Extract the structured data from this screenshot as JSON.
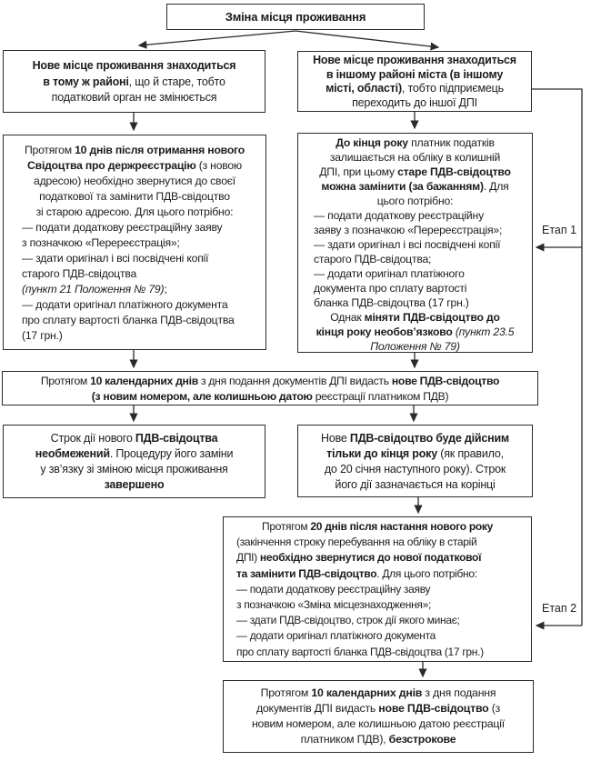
{
  "labels": {
    "etap1": "Етап 1",
    "etap2": "Етап 2"
  },
  "boxes": {
    "title": {
      "lines": [
        {
          "a": "c",
          "s": [
            [
              "Зміна місця проживання",
              "b"
            ]
          ]
        }
      ]
    },
    "same_district": {
      "lines": [
        {
          "a": "c",
          "s": [
            [
              "Нове місце проживання знаходиться",
              "b"
            ]
          ]
        },
        {
          "a": "c",
          "s": [
            [
              "в тому ж районі",
              "b"
            ],
            [
              ", що й старе, тобто",
              "n"
            ]
          ]
        },
        {
          "a": "c",
          "s": [
            [
              "податковий орган не змінюється",
              "n"
            ]
          ]
        }
      ]
    },
    "other_district": {
      "lines": [
        {
          "a": "c",
          "s": [
            [
              "Нове місце проживання знаходиться",
              "b"
            ]
          ]
        },
        {
          "a": "c",
          "s": [
            [
              "в іншому районі міста (в іншому",
              "b"
            ]
          ]
        },
        {
          "a": "c",
          "s": [
            [
              "місті, області)",
              "b"
            ],
            [
              ", тобто підприємець",
              "n"
            ]
          ]
        },
        {
          "a": "c",
          "s": [
            [
              "переходить до іншої ДПІ",
              "n"
            ]
          ]
        }
      ]
    },
    "step_left": {
      "lines": [
        {
          "a": "c",
          "s": [
            [
              "Протягом ",
              "n"
            ],
            [
              "10 днів після отримання нового",
              "b"
            ]
          ]
        },
        {
          "a": "c",
          "s": [
            [
              "Свідоцтва про держреєстрацію",
              "b"
            ],
            [
              " (з новою",
              "n"
            ]
          ]
        },
        {
          "a": "c",
          "s": [
            [
              "адресою) необхідно звернутися до своєї",
              "n"
            ]
          ]
        },
        {
          "a": "c",
          "s": [
            [
              "податкової та замінити ПДВ-свідоцтво",
              "n"
            ]
          ]
        },
        {
          "a": "c",
          "s": [
            [
              "зі старою адресою. Для цього потрібно:",
              "n"
            ]
          ]
        },
        {
          "a": "l",
          "s": [
            [
              "— подати додаткову реєстраційну заяву",
              "n"
            ]
          ]
        },
        {
          "a": "l",
          "s": [
            [
              "з позначкою «Перереєстрація»;",
              "n"
            ]
          ]
        },
        {
          "a": "l",
          "s": [
            [
              "— здати оригінал і всі посвідчені копії",
              "n"
            ]
          ]
        },
        {
          "a": "l",
          "s": [
            [
              "старого ПДВ-свідоцтва",
              "n"
            ]
          ]
        },
        {
          "a": "l",
          "s": [
            [
              "(пункт 21 Положення № 79)",
              "i"
            ],
            [
              ";",
              "n"
            ]
          ]
        },
        {
          "a": "l",
          "s": [
            [
              "— додати оригінал платіжного документа",
              "n"
            ]
          ]
        },
        {
          "a": "l",
          "s": [
            [
              "про сплату вартості бланка ПДВ-свідоцтва",
              "n"
            ]
          ]
        },
        {
          "a": "l",
          "s": [
            [
              "(17 грн.)",
              "n"
            ]
          ]
        }
      ]
    },
    "step_right": {
      "lines": [
        {
          "a": "c",
          "s": [
            [
              "До кінця року",
              "b"
            ],
            [
              " платник податків",
              "n"
            ]
          ]
        },
        {
          "a": "c",
          "s": [
            [
              "залишається на обліку в колишній",
              "n"
            ]
          ]
        },
        {
          "a": "c",
          "s": [
            [
              "ДПІ, при цьому ",
              "n"
            ],
            [
              "старе ПДВ-свідоцтво",
              "b"
            ]
          ]
        },
        {
          "a": "c",
          "s": [
            [
              "можна замінити (за бажанням)",
              "b"
            ],
            [
              ". Для",
              "n"
            ]
          ]
        },
        {
          "a": "c",
          "s": [
            [
              "цього потрібно:",
              "n"
            ]
          ]
        },
        {
          "a": "l",
          "s": [
            [
              "— подати додаткову реєстраційну",
              "n"
            ]
          ]
        },
        {
          "a": "l",
          "s": [
            [
              "заяву з позначкою «Перереєстрація»;",
              "n"
            ]
          ]
        },
        {
          "a": "l",
          "s": [
            [
              "— здати оригінал і всі посвідчені копії",
              "n"
            ]
          ]
        },
        {
          "a": "l",
          "s": [
            [
              "старого ПДВ-свідоцтва;",
              "n"
            ]
          ]
        },
        {
          "a": "l",
          "s": [
            [
              "— додати оригінал платіжного",
              "n"
            ]
          ]
        },
        {
          "a": "l",
          "s": [
            [
              "документа про сплату вартості",
              "n"
            ]
          ]
        },
        {
          "a": "l",
          "s": [
            [
              "бланка ПДВ-свідоцтва (17 грн.)",
              "n"
            ]
          ]
        },
        {
          "a": "c",
          "s": [
            [
              "Однак ",
              "n"
            ],
            [
              "міняти ПДВ-свідоцтво до",
              "b"
            ]
          ]
        },
        {
          "a": "c",
          "s": [
            [
              "кінця року необов’язково",
              "b"
            ],
            [
              " ",
              "n"
            ],
            [
              "(пункт 23.5",
              "i"
            ]
          ]
        },
        {
          "a": "c",
          "s": [
            [
              "Положення № 79)",
              "i"
            ]
          ]
        }
      ]
    },
    "issue": {
      "lines": [
        {
          "a": "c",
          "s": [
            [
              "Протягом ",
              "n"
            ],
            [
              "10 календарних днів",
              "b"
            ],
            [
              " з дня подання документів ДПІ видасть ",
              "n"
            ],
            [
              "нове ПДВ-свідоцтво",
              "b"
            ]
          ]
        },
        {
          "a": "c",
          "s": [
            [
              "(з новим номером, але колишньою датою",
              "b"
            ],
            [
              " реєстрації платником ПДВ)",
              "n"
            ]
          ]
        }
      ]
    },
    "unlimited": {
      "lines": [
        {
          "a": "c",
          "s": [
            [
              "Строк дії нового ",
              "n"
            ],
            [
              "ПДВ-свідоцтва",
              "b"
            ]
          ]
        },
        {
          "a": "c",
          "s": [
            [
              "необмежений",
              "b"
            ],
            [
              ". Процедуру його заміни",
              "n"
            ]
          ]
        },
        {
          "a": "c",
          "s": [
            [
              "у зв’язку зі зміною місця проживання",
              "n"
            ]
          ]
        },
        {
          "a": "c",
          "s": [
            [
              "завершено",
              "b"
            ]
          ]
        }
      ]
    },
    "limited": {
      "lines": [
        {
          "a": "c",
          "s": [
            [
              "Нове ",
              "n"
            ],
            [
              "ПДВ-свідоцтво буде дійсним",
              "b"
            ]
          ]
        },
        {
          "a": "c",
          "s": [
            [
              "тільки до кінця року",
              "b"
            ],
            [
              " (як правило,",
              "n"
            ]
          ]
        },
        {
          "a": "c",
          "s": [
            [
              "до 20 січня наступного року). Строк",
              "n"
            ]
          ]
        },
        {
          "a": "c",
          "s": [
            [
              "його дії зазначається на корінці",
              "n"
            ]
          ]
        }
      ]
    },
    "stage2": {
      "lines": [
        {
          "a": "c",
          "s": [
            [
              "Протягом ",
              "n"
            ],
            [
              "20 днів після настання нового року",
              "b"
            ]
          ]
        },
        {
          "a": "l",
          "s": [
            [
              "(закінчення строку перебування на обліку в старій",
              "n"
            ]
          ]
        },
        {
          "a": "l",
          "s": [
            [
              "ДПІ) ",
              "n"
            ],
            [
              "необхідно звернутися до нової податкової",
              "b"
            ]
          ]
        },
        {
          "a": "l",
          "s": [
            [
              "та замінити ПДВ-свідоцтво",
              "b"
            ],
            [
              ". Для цього потрібно:",
              "n"
            ]
          ]
        },
        {
          "a": "l",
          "s": [
            [
              "— подати додаткову реєстраційну заяву",
              "n"
            ]
          ]
        },
        {
          "a": "l",
          "s": [
            [
              "з позначкою «Зміна місцезнаходження»;",
              "n"
            ]
          ]
        },
        {
          "a": "l",
          "s": [
            [
              "— здати ПДВ-свідоцтво, строк дії якого минає;",
              "n"
            ]
          ]
        },
        {
          "a": "l",
          "s": [
            [
              "— додати оригінал платіжного документа",
              "n"
            ]
          ]
        },
        {
          "a": "l",
          "s": [
            [
              "про сплату вартості бланка ПДВ-свідоцтва (17 грн.)",
              "n"
            ]
          ]
        }
      ]
    },
    "final": {
      "lines": [
        {
          "a": "c",
          "s": [
            [
              "Протягом ",
              "n"
            ],
            [
              "10 календарних днів",
              "b"
            ],
            [
              " з дня подання",
              "n"
            ]
          ]
        },
        {
          "a": "c",
          "s": [
            [
              "документів ДПІ видасть ",
              "n"
            ],
            [
              "нове ПДВ-свідоцтво",
              "b"
            ],
            [
              " (з",
              "n"
            ]
          ]
        },
        {
          "a": "c",
          "s": [
            [
              "новим номером, але колишньою датою реєстрації",
              "n"
            ]
          ]
        },
        {
          "a": "c",
          "s": [
            [
              "платником ПДВ), ",
              "n"
            ],
            [
              "безстрокове",
              "b"
            ]
          ]
        }
      ]
    }
  }
}
